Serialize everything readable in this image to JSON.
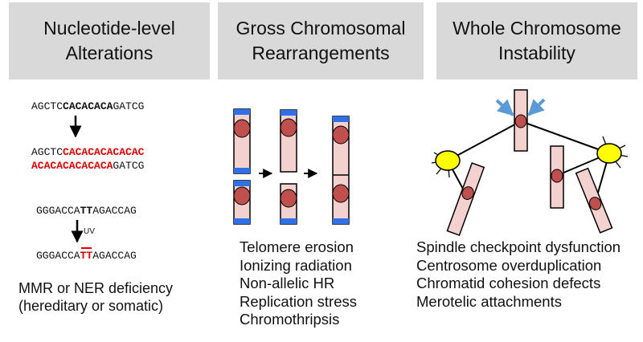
{
  "panels": {
    "nucleotide": {
      "title_line1": "Nucleotide-level",
      "title_line2": "Alterations",
      "seq1": {
        "pre": "AGCTC",
        "bold": "CACACACA",
        "post": "GATCG"
      },
      "seq2": {
        "pre": "AGCTC",
        "red": "CACACACACACAC"
      },
      "seq3": {
        "red": "ACACACACACACA",
        "post": "GATCG"
      },
      "seq4": {
        "pre": "GGGACCA",
        "bold": "TT",
        "post": "AGACCAG"
      },
      "uv_label": "UV",
      "seq5": {
        "pre": "GGGACCA",
        "red": "TT",
        "post": "AGACCAG"
      },
      "caption_line1": "MMR or NER deficiency",
      "caption_line2": "(hereditary or somatic)"
    },
    "gross": {
      "title_line1": "Gross Chromosomal",
      "title_line2": "Rearrangements",
      "causes": [
        "Telomere erosion",
        "Ionizing radiation",
        "Non-allelic HR",
        "Replication stress",
        "Chromothripsis"
      ]
    },
    "whole": {
      "title_line1": "Whole Chromosome",
      "title_line2": "Instability",
      "causes": [
        "Spindle checkpoint dysfunction",
        "Centrosome overduplication",
        "Chromatid cohesion defects",
        "Merotelic attachments"
      ]
    }
  },
  "colors": {
    "header_bg": "#d9d9d9",
    "mutation_red": "#e30000",
    "chromosome_fill": "#f3d1cf",
    "centromere": "#c0504d",
    "telomere": "#2f6fe8",
    "centrosome": "#ffff00",
    "arrow_blue": "#5b9bd5"
  }
}
